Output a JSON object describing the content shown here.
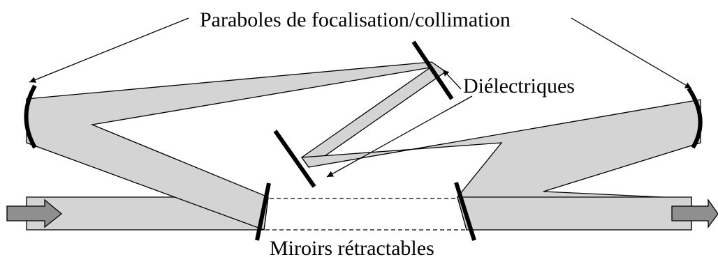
{
  "labels": {
    "parabolas": "Paraboles de focalisation/collimation",
    "dielectrics": "Diélectriques",
    "mirrors": "Miroirs rétractables"
  },
  "colors": {
    "beam_fill": "#d4d4d4",
    "arrow_fill": "#8f8f8f",
    "stroke": "#000000",
    "background": "#ffffff"
  }
}
